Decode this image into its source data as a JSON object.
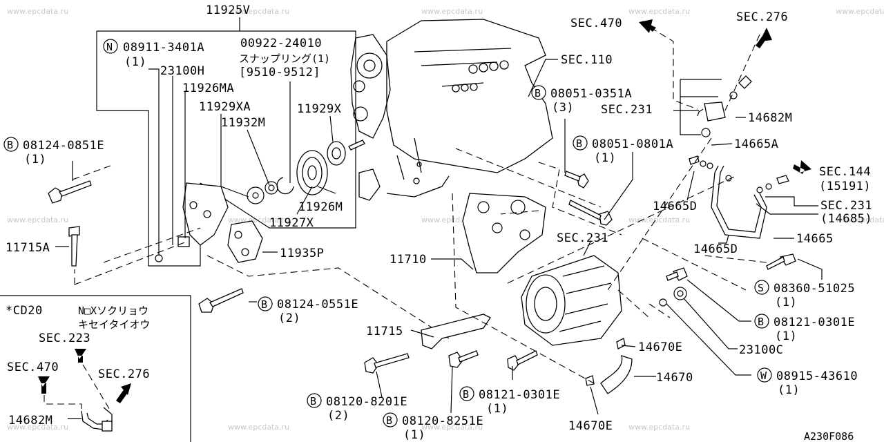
{
  "watermark": "www.epcdata.ru",
  "diagram_code": "A230F086",
  "labels": {
    "l_11925v": "11925V",
    "l_08911": "08911-3401A",
    "l_08911_qty": "(1)",
    "l_00922": "00922-24010",
    "l_snap": "スナップリング(1)",
    "l_period": "[9510-9512]",
    "l_23100h": "23100H",
    "l_11926ma": "11926MA",
    "l_11929xa": "11929XA",
    "l_11932m": "11932M",
    "l_11929x": "11929X",
    "l_11926m": "11926M",
    "l_11927x": "11927X",
    "l_11935p": "11935P",
    "l_08124_0851": "08124-0851E",
    "l_08124_0851_qty": "(1)",
    "l_11715a": "11715A",
    "l_08124_0551": "08124-0551E",
    "l_08124_0551_qty": "(2)",
    "l_sec110": "SEC.110",
    "l_08051_0351": "08051-0351A",
    "l_08051_0351_qty": "(3)",
    "l_08051_0801": "08051-0801A",
    "l_08051_0801_qty": "(1)",
    "l_sec470": "SEC.470",
    "l_sec276": "SEC.276",
    "l_sec231a": "SEC.231",
    "l_14682m": "14682M",
    "l_14665a": "14665A",
    "l_sec144": "SEC.144",
    "l_15191": "(15191)",
    "l_14665d_a": "14665D",
    "l_sec231b": "SEC.231",
    "l_14685": "(14685)",
    "l_14665d_b": "14665D",
    "l_14665": "14665",
    "l_11710": "11710",
    "l_sec231c": "SEC.231",
    "l_08360": "08360-51025",
    "l_08360_qty": "(1)",
    "l_08121_a": "08121-0301E",
    "l_08121_a_qty": "(1)",
    "l_23100c": "23100C",
    "l_08915": "08915-43610",
    "l_08915_qty": "(1)",
    "l_14670e_a": "14670E",
    "l_14670": "14670",
    "l_14670e_b": "14670E",
    "l_11715": "11715",
    "l_08120_8201": "08120-8201E",
    "l_08120_8201_qty": "(2)",
    "l_08121_b": "08121-0301E",
    "l_08121_b_qty": "(1)",
    "l_08120_8251": "08120-8251E",
    "l_08120_8251_qty": "(1)",
    "inset_title": "*CD20",
    "inset_note1": "N□Xソクリョウ",
    "inset_note2": "キセイタイオウ",
    "inset_sec223": "SEC.223",
    "inset_sec470": "SEC.470",
    "inset_sec276": "SEC.276",
    "inset_14682m": "14682M"
  },
  "prefix_marks": {
    "n": "N",
    "b": "B",
    "s": "S",
    "w": "W"
  }
}
